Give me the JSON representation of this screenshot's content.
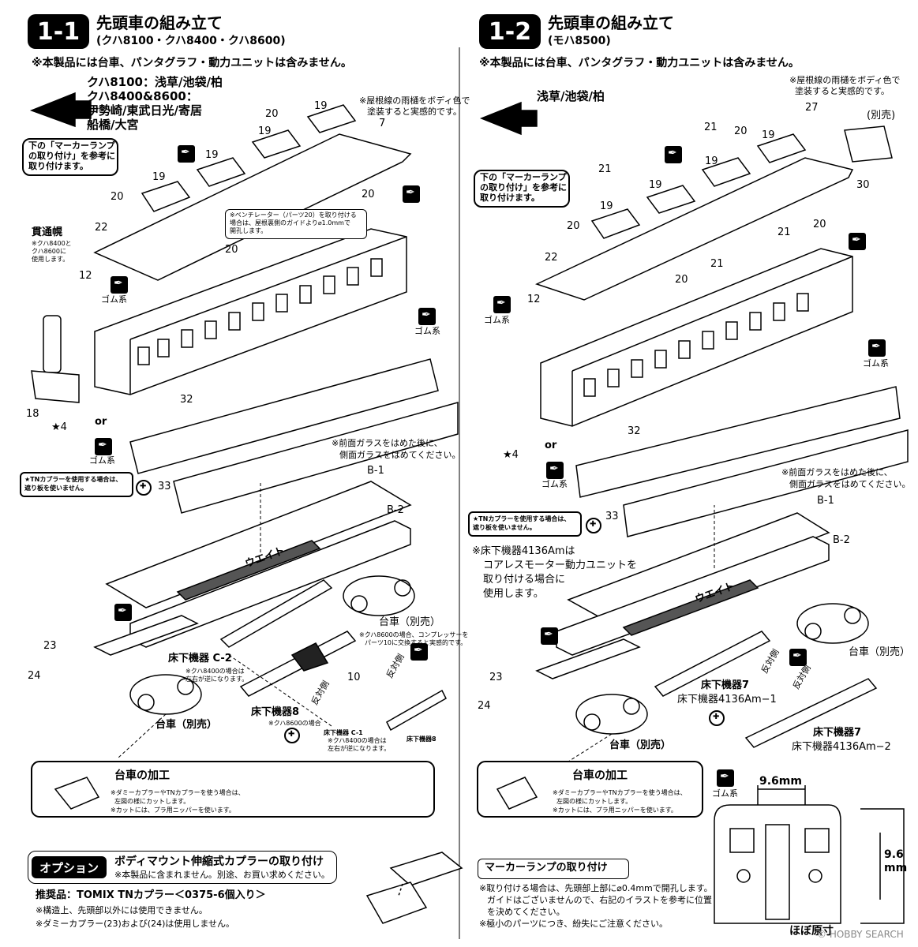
{
  "left": {
    "badge": "1-1",
    "title": "先頭車の組み立て",
    "subtitle": "(クハ8100・クハ8400・クハ8600)",
    "notice": "※本製品には台車、パンタグラフ・動力ユニットは含みません。",
    "route_lines": [
      "クハ8100：浅草/池袋/柏",
      "クハ8400&8600：",
      "伊勢崎/東武日光/寄居",
      "船橋/大宮"
    ],
    "roof_note": [
      "※屋根線の雨樋をボディ色で",
      "塗装すると実感的です。"
    ],
    "marker_callout": [
      "下の「マーカーランプ",
      "の取り付け」を参考に",
      "取り付けます。"
    ],
    "vent_note": [
      "※ベンチレーター（パーツ20）を取り付ける",
      "場合は、屋根裏側のガイドより⌀1.0mmで",
      "開孔します。"
    ],
    "hood_label": "貫通幌",
    "hood_note": [
      "※クハ8400と",
      "クハ8600に",
      "使用します。"
    ],
    "glass_note": [
      "※前面ガラスをはめた後に、",
      "側面ガラスをはめてください。"
    ],
    "tn_note": [
      "★TNカプラーを使用する場合は、",
      "遮り板を使いません。"
    ],
    "rubber": "ゴム系",
    "weight": "ウエイト",
    "or": "or",
    "parts": {
      "p20": "20",
      "p19": "19",
      "p7": "7",
      "p22": "22",
      "p12": "12",
      "p18": "18",
      "p4": "★4",
      "p32": "32",
      "p33": "33",
      "p23": "23",
      "p24": "24",
      "p10": "10",
      "b1": "B-1",
      "b2": "B-2"
    },
    "bogie_sold": "台車（別売）",
    "compressor_note": [
      "※クハ8600の場合、コンプレッサーを",
      "パーツ10に交換すると実感的です。"
    ],
    "underfloor_c2": "床下機器 C-2",
    "c2_note": [
      "※クハ8400の場合は",
      "左右が逆になります。"
    ],
    "underfloor_8": "床下機器8",
    "u8_note": "※クハ8600の場合",
    "c1_label": "床下機器 C-1",
    "c1_note": [
      "※クハ8400の場合は",
      "左右が逆になります。"
    ],
    "u8_small": "床下機器8",
    "opposite": "反対側",
    "bogie_bottom": "台車（別売）",
    "bogie_proc_title": "台車の加工",
    "bogie_proc_lines": [
      "※ダミーカプラーやTNカプラーを使う場合は、",
      "左図の様にカットします。",
      "※カットには、プラ用ニッパーを使います。"
    ]
  },
  "right": {
    "badge": "1-2",
    "title": "先頭車の組み立て",
    "subtitle": "(モハ8500)",
    "notice": "※本製品には台車、パンタグラフ・動力ユニットは含みません。",
    "route": "浅草/池袋/柏",
    "roof_note": [
      "※屋根線の雨樋をボディ色で",
      "塗装すると実感的です。"
    ],
    "pantograph": "(別売)",
    "marker_callout": [
      "下の「マーカーランプ",
      "の取り付け」を参考に",
      "取り付けます。"
    ],
    "glass_note": [
      "※前面ガラスをはめた後に、",
      "側面ガラスをはめてください。"
    ],
    "tn_note": [
      "★TNカプラーを使用する場合は、",
      "遮り板を使いません。"
    ],
    "motor_note": [
      "※床下機器4136Amは",
      "コアレスモーター動力ユニットを",
      "取り付ける場合に",
      "使用します。"
    ],
    "rubber": "ゴム系",
    "weight": "ウエイト",
    "or": "or",
    "parts": {
      "p27": "27",
      "p21": "21",
      "p20": "20",
      "p19": "19",
      "p30": "30",
      "p22": "22",
      "p12": "12",
      "p4": "★4",
      "p32": "32",
      "p33": "33",
      "p23": "23",
      "p24": "24",
      "b1": "B-1",
      "b2": "B-2"
    },
    "bogie_sold": "台車（別売）",
    "underfloor_7a": "床下機器7",
    "underfloor_am1": "床下機器4136Am−1",
    "underfloor_7b": "床下機器7",
    "underfloor_am2": "床下機器4136Am−2",
    "opposite": "反対側",
    "bogie_bottom": "台車（別売）",
    "bogie_proc_title": "台車の加工",
    "bogie_proc_lines": [
      "※ダミーカプラーやTNカプラーを使う場合は、",
      "左図の様にカットします。",
      "※カットには、プラ用ニッパーを使います。"
    ],
    "dim_w": "9.6mm",
    "dim_h": "9.6",
    "dim_unit": "mm",
    "actual_size": "ほぼ原寸"
  },
  "option": {
    "badge": "オプション",
    "title": "ボディマウント伸縮式カプラーの取り付け",
    "sub": "※本製品に含まれません。別途、お買い求めください。",
    "recommend": "推奨品：TOMIX TNカプラー＜0375-6個入り＞",
    "note1": "※構造上、先頭部以外には使用できません。",
    "note2": "※ダミーカプラー(23)および(24)は使用しません。"
  },
  "marker": {
    "title": "マーカーランプの取り付け",
    "lines": [
      "※取り付ける場合は、先頭部上部に⌀0.4mmで開孔します。",
      "ガイドはございませんので、右記のイラストを参考に位置",
      "を決めてください。",
      "※極小のパーツにつき、紛失にご注意ください。"
    ]
  },
  "watermark": "© HOBBY SEARCH"
}
